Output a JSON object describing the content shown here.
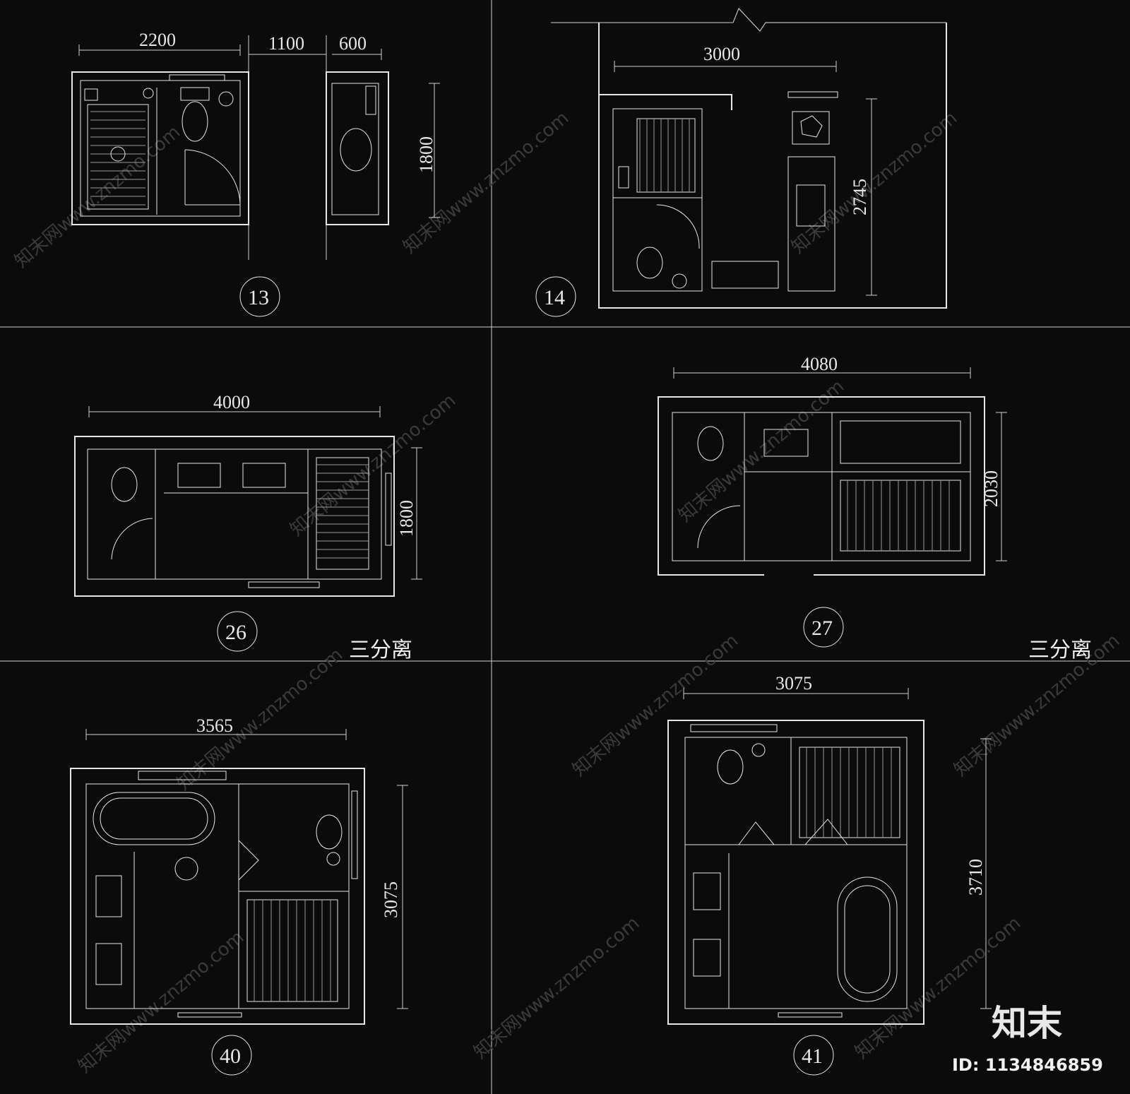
{
  "plans": [
    {
      "number": "13",
      "dims": [
        "2200",
        "1100",
        "600",
        "1800"
      ]
    },
    {
      "number": "14",
      "dims": [
        "3000",
        "2745"
      ]
    },
    {
      "number": "26",
      "dims": [
        "4000",
        "1800"
      ],
      "note": "三分离"
    },
    {
      "number": "27",
      "dims": [
        "4080",
        "2030"
      ],
      "note": "三分离"
    },
    {
      "number": "40",
      "dims": [
        "3565",
        "3075"
      ]
    },
    {
      "number": "41",
      "dims": [
        "3075",
        "3710"
      ]
    }
  ],
  "watermark": {
    "text": "知末网www.znzmo.com",
    "brand": "知末",
    "id": "ID: 1134846859"
  }
}
